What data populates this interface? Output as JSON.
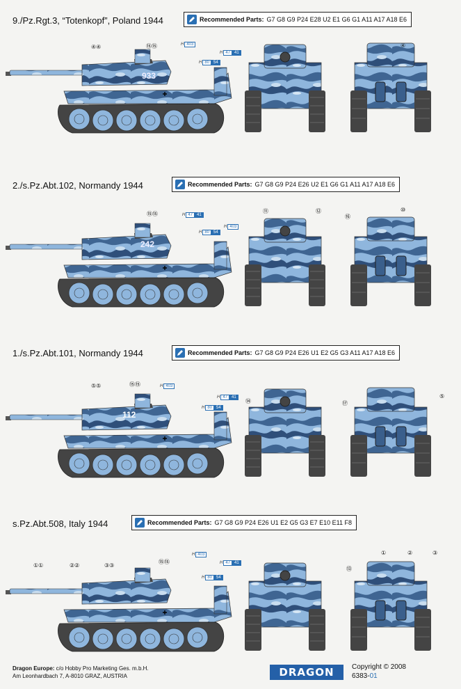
{
  "sections": [
    {
      "title": "9./Pz.Rgt.3, “Totenkopf”, Poland 1944",
      "parts_label": "Recommended Parts:",
      "parts": "G7 G8 G9 P24  E28 U2 E1 G6 G1 A11 A17 A18 E6",
      "callouts": [
        "④④",
        "⑮⑮",
        "④"
      ],
      "tags": [
        "H",
        "403",
        "H",
        "47",
        "41",
        "H",
        "80",
        "54"
      ],
      "turret_no": "933"
    },
    {
      "title": "2./s.Pz.Abt.102, Normandy 1944",
      "parts_label": "Recommended Parts:",
      "parts": "G7 G8 G9 P24 E26 U2 E1 G6 G1 A11 A17 A18 E6",
      "callouts": [
        "⑮⑮",
        "⑪",
        "⑫",
        "⑯",
        "⑩"
      ],
      "tags": [
        "H",
        "47",
        "41",
        "H",
        "80",
        "54",
        "H",
        "403"
      ],
      "turret_no": "242"
    },
    {
      "title": "1./s.Pz.Abt.101, Normandy 1944",
      "parts_label": "Recommended Parts:",
      "parts": "G7 G8 G9 P24 E26 U1 E2 G5 G3 A11 A17 A18 E6",
      "callouts": [
        "⑤⑤",
        "⑮⑮",
        "⑭",
        "⑰",
        "⑤"
      ],
      "tags": [
        "H",
        "403",
        "H",
        "47",
        "41",
        "H",
        "80",
        "54"
      ],
      "turret_no": "112"
    },
    {
      "title": "s.Pz.Abt.508, Italy 1944",
      "parts_label": "Recommended Parts:",
      "parts": "G7 G8 G9 P24 E26 U1 E2 G5 G3 E7 E10 E11 F8",
      "callouts": [
        "①①",
        "②②",
        "③③",
        "⑮⑮",
        "⑬",
        "①",
        "②",
        "③"
      ],
      "tags": [
        "H",
        "403",
        "H",
        "47",
        "41",
        "H",
        "80",
        "54"
      ],
      "turret_no": ""
    }
  ],
  "footer": {
    "company_bold": "Dragon Europe:",
    "company_rest": " c/o Hobby Pro Marketing Ges. m.b.H.",
    "address": "Am Leonhardbach 7, A-8010 GRAZ, AUSTRIA"
  },
  "logo_text": "DRAGON",
  "copyright": "Copyright © 2008",
  "product_code": "6383-",
  "product_suffix": "01",
  "colors": {
    "camo_base": "#8fb6dd",
    "camo_dark": "#3a5f8c",
    "camo_light": "#c9ddef",
    "accent": "#2a6fb3"
  }
}
